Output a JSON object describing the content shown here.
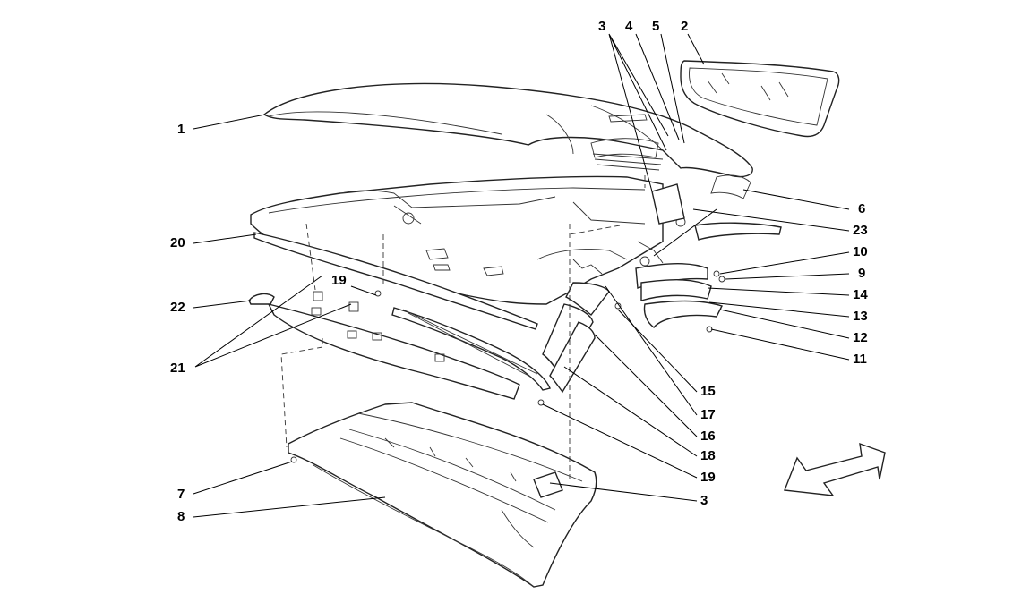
{
  "callouts": [
    {
      "key": "c1",
      "label": "1"
    },
    {
      "key": "c3a",
      "label": "3"
    },
    {
      "key": "c4",
      "label": "4"
    },
    {
      "key": "c5",
      "label": "5"
    },
    {
      "key": "c2",
      "label": "2"
    },
    {
      "key": "c6",
      "label": "6"
    },
    {
      "key": "c23",
      "label": "23"
    },
    {
      "key": "c10",
      "label": "10"
    },
    {
      "key": "c9",
      "label": "9"
    },
    {
      "key": "c14",
      "label": "14"
    },
    {
      "key": "c13",
      "label": "13"
    },
    {
      "key": "c12",
      "label": "12"
    },
    {
      "key": "c11",
      "label": "11"
    },
    {
      "key": "c20",
      "label": "20"
    },
    {
      "key": "c19a",
      "label": "19"
    },
    {
      "key": "c22",
      "label": "22"
    },
    {
      "key": "c21",
      "label": "21"
    },
    {
      "key": "c15",
      "label": "15"
    },
    {
      "key": "c17",
      "label": "17"
    },
    {
      "key": "c16",
      "label": "16"
    },
    {
      "key": "c18",
      "label": "18"
    },
    {
      "key": "c19b",
      "label": "19"
    },
    {
      "key": "c3b",
      "label": "3"
    },
    {
      "key": "c7",
      "label": "7"
    },
    {
      "key": "c8",
      "label": "8"
    }
  ]
}
